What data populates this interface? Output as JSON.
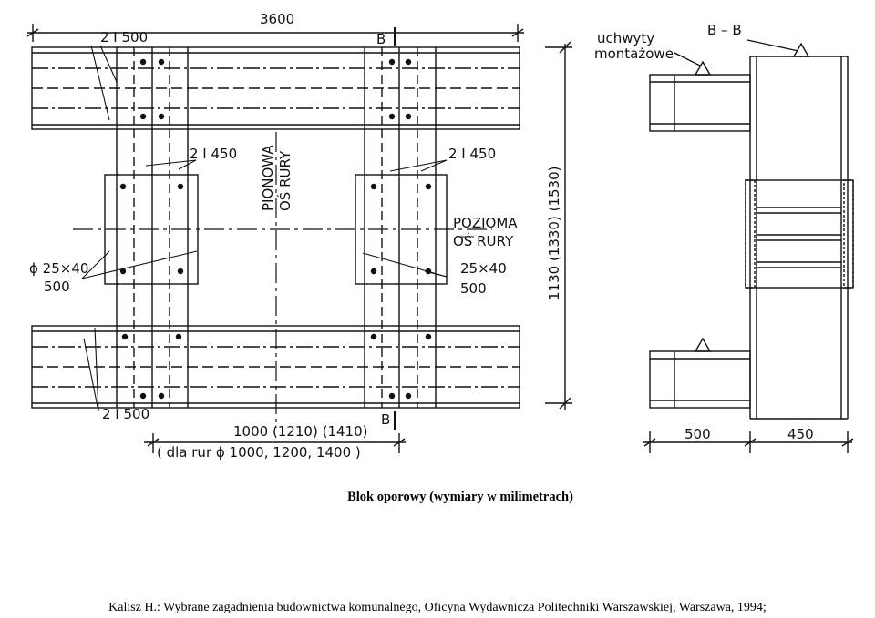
{
  "drawing": {
    "dims": {
      "total_width": "3600",
      "bottom_span": "1000 (1210) (1410)",
      "pipe_note": "( dla  rur  ϕ 1000, 1200, 1400 )",
      "height": "1130 (1330) (1530)",
      "right_dim_1": "500",
      "right_dim_2": "450"
    },
    "labels": {
      "beam_top": "2 I 500",
      "beam_bottom": "2 I 500",
      "beam_mid_left": "2 I 450",
      "beam_mid_right": "2 I  450",
      "axis_vertical_1": "PIONOWA",
      "axis_vertical_2": "OŚ RURY",
      "axis_horizontal_1": "POZIOMA",
      "axis_horizontal_2": "OŚ  RURY",
      "bolt_left_1": "ϕ 25×40",
      "bolt_left_2": "500",
      "bolt_right_1": "25×40",
      "bolt_right_2": "500",
      "section_top": "B",
      "section_bottom": "B",
      "handles_1": "uchwyty",
      "handles_2": "montażowe",
      "section_name": "B – B"
    }
  },
  "caption": {
    "title": "Blok oporowy (wymiary w milimetrach)",
    "source": "Kalisz H.: Wybrane zagadnienia budownictwa komunalnego, Oficyna Wydawnicza Politechniki Warszawskiej, Warszawa, 1994;"
  }
}
